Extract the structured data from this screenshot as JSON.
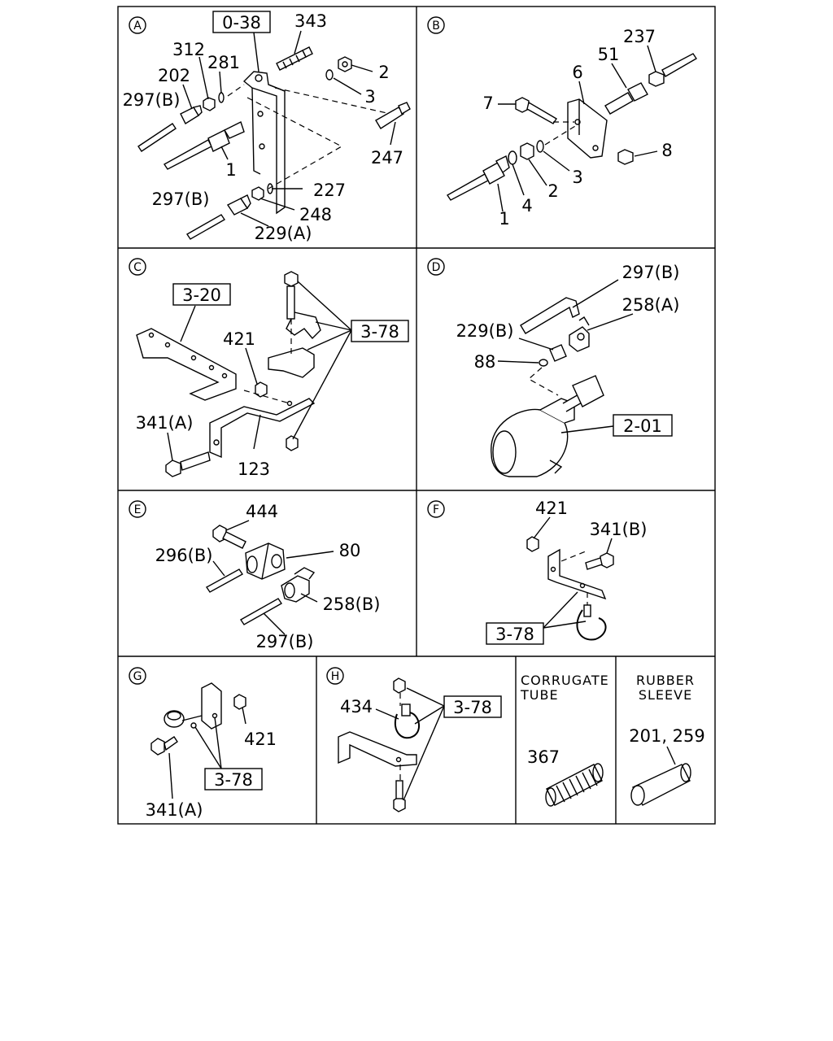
{
  "panels": {
    "A": {
      "letter": "A",
      "ref_box": "0-38",
      "labels": {
        "p343": "343",
        "p312": "312",
        "p281": "281",
        "p202": "202",
        "p297b_1": "297(B)",
        "p2": "2",
        "p3": "3",
        "p247": "247",
        "p1": "1",
        "p227": "227",
        "p297b_2": "297(B)",
        "p248": "248",
        "p229a": "229(A)"
      }
    },
    "B": {
      "letter": "B",
      "labels": {
        "p237": "237",
        "p51": "51",
        "p6": "6",
        "p7": "7",
        "p8": "8",
        "p3": "3",
        "p2": "2",
        "p4": "4",
        "p1": "1"
      }
    },
    "C": {
      "letter": "C",
      "ref_box_1": "3-20",
      "ref_box_2": "3-78",
      "labels": {
        "p421": "421",
        "p341a": "341(A)",
        "p123": "123"
      }
    },
    "D": {
      "letter": "D",
      "ref_box": "2-01",
      "labels": {
        "p297b": "297(B)",
        "p258a": "258(A)",
        "p229b": "229(B)",
        "p88": "88"
      }
    },
    "E": {
      "letter": "E",
      "labels": {
        "p444": "444",
        "p296b": "296(B)",
        "p80": "80",
        "p258b": "258(B)",
        "p297b": "297(B)"
      }
    },
    "F": {
      "letter": "F",
      "ref_box": "3-78",
      "labels": {
        "p421": "421",
        "p341b": "341(B)"
      }
    },
    "G": {
      "letter": "G",
      "ref_box": "3-78",
      "labels": {
        "p421": "421",
        "p341a": "341(A)"
      }
    },
    "H": {
      "letter": "H",
      "ref_box": "3-78",
      "labels": {
        "p434": "434"
      }
    },
    "corrugate": {
      "title_line1": "CORRUGATE",
      "title_line2": "TUBE",
      "label": "367"
    },
    "rubber": {
      "title_line1": "RUBBER",
      "title_line2": "SLEEVE",
      "label": "201, 259"
    }
  }
}
